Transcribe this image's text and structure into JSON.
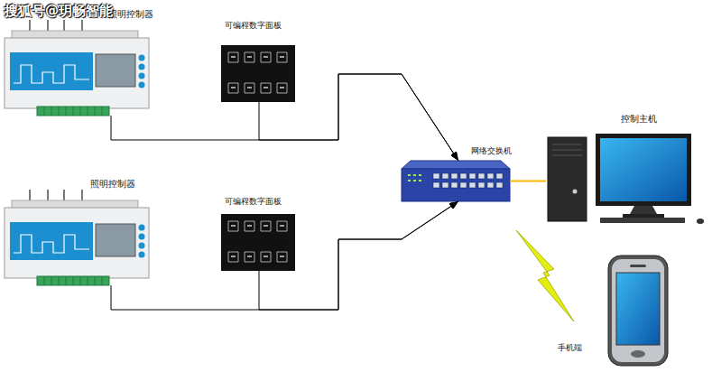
{
  "diagram": {
    "nodes": [
      {
        "text": [
          "照明控制器"
        ]
      },
      {
        "text": [
          "可编程数字面板"
        ]
      },
      {
        "text": [
          "照明控制器"
        ]
      },
      {
        "text": [
          "可编程数字面板"
        ]
      },
      {
        "text": [
          "网络交换机"
        ]
      },
      {
        "text": [
          "控制主机"
        ]
      },
      {
        "text": [
          "手机端"
        ]
      }
    ],
    "edges": [
      {
        "from": 0,
        "to": 4,
        "arrow": "to"
      },
      {
        "from": 1,
        "to": 4,
        "arrow": "to"
      },
      {
        "from": 2,
        "to": 4,
        "arrow": "to"
      },
      {
        "from": 3,
        "to": 4,
        "arrow": "to"
      },
      {
        "from": 4,
        "to": 5,
        "arrow": "none"
      }
    ],
    "labels": [
      "搜狐号@玥畅智能"
    ]
  }
}
